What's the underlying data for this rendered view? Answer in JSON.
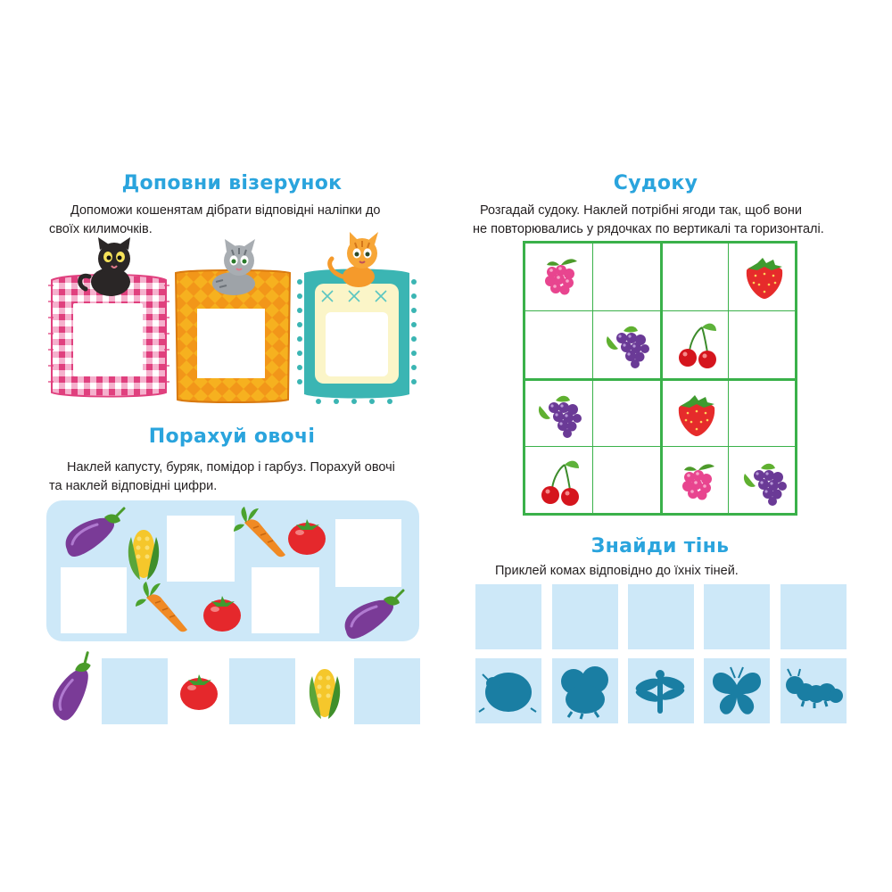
{
  "left": {
    "pattern": {
      "title": "Доповни візерунок",
      "instruction_line1": "Допоможи кошенятам дібрати відповідні наліпки до",
      "instruction_line2": "своїх килимочків.",
      "mats": [
        {
          "name": "pink-checkered-mat",
          "cat": "black-kitten"
        },
        {
          "name": "orange-diamond-mat",
          "cat": "grey-kitten"
        },
        {
          "name": "teal-cross-mat",
          "cat": "ginger-kitten"
        }
      ]
    },
    "vegetables": {
      "title": "Порахуй овочі",
      "instruction_line1": "Наклей капусту, буряк, помідор і гарбуз. Порахуй овочі",
      "instruction_line2": "та наклей відповідні цифри.",
      "bottom_row": [
        "eggplant",
        "blank",
        "tomato",
        "blank",
        "corn",
        "blank"
      ]
    }
  },
  "right": {
    "sudoku": {
      "title": "Судоку",
      "instruction_line1": "Розгадай судоку. Наклей потрібні ягоди так, щоб вони",
      "instruction_line2": "не повторювались у рядочках по вертикалі та горизонталі.",
      "grid": [
        [
          "raspberry",
          "",
          "",
          "strawberry"
        ],
        [
          "",
          "grapes",
          "cherries",
          ""
        ],
        [
          "grapes",
          "",
          "strawberry",
          ""
        ],
        [
          "cherries",
          "",
          "raspberry",
          "grapes"
        ]
      ]
    },
    "shadows": {
      "title": "Знайди тінь",
      "instruction": "Приклей комах відповідно до їхніх тіней.",
      "silhouettes": [
        "ladybug-shadow",
        "bee-shadow",
        "dragonfly-shadow",
        "butterfly-shadow",
        "caterpillar-shadow"
      ]
    }
  },
  "colors": {
    "title": "#2aa4dd",
    "slot": "#cde8f8",
    "sudoku_grid": "#3ab14a",
    "shadow": "#1a7ea3"
  }
}
